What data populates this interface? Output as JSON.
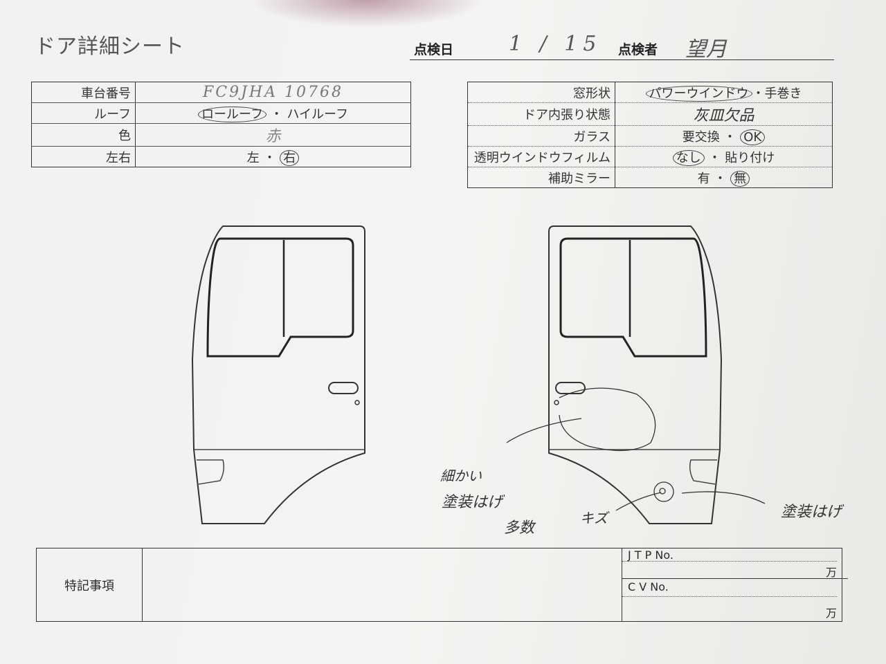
{
  "title": "ドア詳細シート",
  "header": {
    "inspection_date_label": "点検日",
    "inspection_date_value": "1 / 15",
    "inspector_label": "点検者",
    "inspector_value": "望月"
  },
  "vehicle_table": [
    {
      "label": "車台番号",
      "value": "FC9JHA 10768"
    },
    {
      "label": "ルーフ",
      "options": [
        "ロールーフ",
        "ハイルーフ"
      ],
      "selected": "ロールーフ"
    },
    {
      "label": "色",
      "value": "赤"
    },
    {
      "label": "左右",
      "options": [
        "左",
        "右"
      ],
      "selected": "右"
    }
  ],
  "door_table": [
    {
      "label": "窓形状",
      "options": [
        "パワーウインドウ",
        "手巻き"
      ],
      "selected": "パワーウインドウ"
    },
    {
      "label": "ドア内張り状態",
      "value": "灰皿欠品"
    },
    {
      "label": "ガラス",
      "options": [
        "要交換",
        "OK"
      ],
      "selected": "OK"
    },
    {
      "label": "透明ウインドウフィルム",
      "options": [
        "なし",
        "貼り付け"
      ],
      "selected": "なし"
    },
    {
      "label": "補助ミラー",
      "options": [
        "有",
        "無"
      ],
      "selected": "無"
    }
  ],
  "annotations": {
    "left_note_1": "細かい",
    "left_note_2": "塗装はげ",
    "left_note_3": "多数",
    "scratch": "キズ",
    "right_note": "塗装はげ"
  },
  "bottom": {
    "notes_label": "特記事項",
    "jtp_label": "J T P No.",
    "jtp_unit": "万",
    "cv_label": "C V No.",
    "cv_unit": "万"
  }
}
